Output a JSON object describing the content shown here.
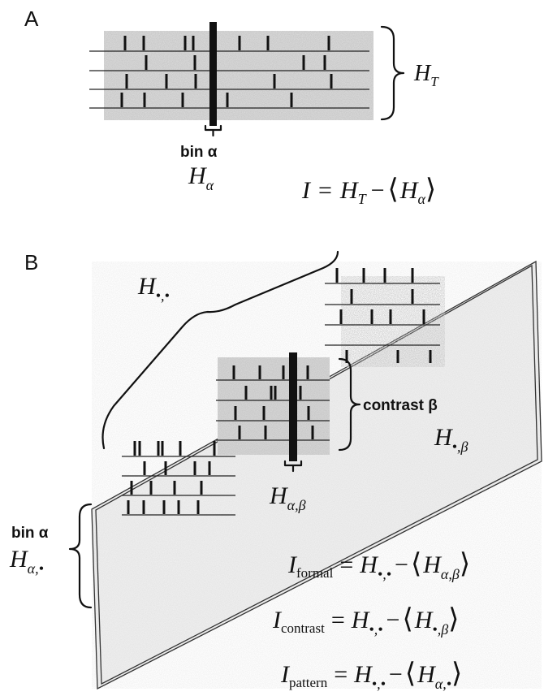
{
  "panel_a": {
    "label": "A",
    "bin_label": "bin α",
    "H_alpha": {
      "base": "H",
      "sub": "α"
    },
    "H_T": {
      "base": "H",
      "sub": "T"
    },
    "equation": {
      "lhs": "I",
      "eq": "=",
      "h": "H",
      "hsub": "T",
      "minus": "−",
      "lang": "⟨",
      "h2": "H",
      "h2sub": "α",
      "rang": "⟩"
    }
  },
  "panel_b": {
    "label": "B",
    "H_dotdot": {
      "base": "H",
      "sub": "•,•"
    },
    "contrast_label": "contrast β",
    "H_dot_beta": {
      "base": "H",
      "sub": "•,β"
    },
    "H_alpha_beta": {
      "base": "H",
      "sub": "α,β"
    },
    "bin_label": "bin α",
    "H_alpha_dot": {
      "base": "H",
      "sub": "α,•"
    },
    "equations": [
      {
        "I": "I",
        "Isub": "formal",
        "eq": "=",
        "h": "H",
        "hsub": "•,•",
        "minus": "−",
        "lang": "⟨",
        "h2": "H",
        "h2sub": "α,β",
        "rang": "⟩"
      },
      {
        "I": "I",
        "Isub": "contrast",
        "eq": "=",
        "h": "H",
        "hsub": "•,•",
        "minus": "−",
        "lang": "⟨",
        "h2": "H",
        "h2sub": "•,β",
        "rang": "⟩"
      },
      {
        "I": "I",
        "Isub": "pattern",
        "eq": "=",
        "h": "H",
        "hsub": "•,•",
        "minus": "−",
        "lang": "⟨",
        "h2": "H",
        "h2sub": "α,•",
        "rang": "⟩"
      }
    ]
  }
}
